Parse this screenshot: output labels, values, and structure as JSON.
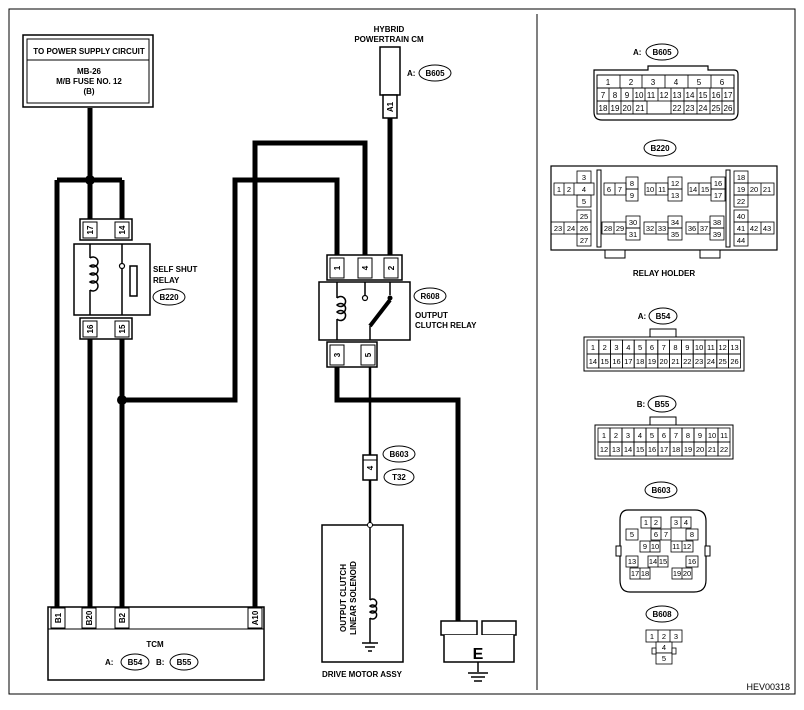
{
  "power_box": {
    "line1": "TO POWER SUPPLY CIRCUIT",
    "line2": "MB-26",
    "line3": "M/B FUSE NO. 12",
    "line4": "(B)"
  },
  "hybrid_cm": {
    "line1": "HYBRID",
    "line2": "POWERTRAIN CM",
    "conn_prefix": "A:",
    "conn_id": "B605",
    "pin": "A1"
  },
  "self_shut_relay": {
    "line1": "SELF SHUT",
    "line2": "RELAY",
    "conn_id": "B220",
    "pins_top": [
      "17",
      "14"
    ],
    "pins_bottom": [
      "16",
      "15"
    ]
  },
  "output_clutch_relay": {
    "conn_id": "R608",
    "line1": "OUTPUT",
    "line2": "CLUTCH RELAY",
    "pins_top": [
      "1",
      "4",
      "2"
    ],
    "pins_bottom": [
      "3",
      "5"
    ]
  },
  "solenoid_conn": {
    "conn1": "B603",
    "conn2": "T32",
    "pin": "4"
  },
  "solenoid": {
    "label1": "OUTPUT CLUTCH",
    "label2": "LINEAR SOLENOID",
    "caption": "DRIVE MOTOR ASSY"
  },
  "tcm": {
    "title": "TCM",
    "pins": [
      "B1",
      "B20",
      "B2",
      "A10"
    ],
    "prefix_a": "A:",
    "conn_a": "B54",
    "prefix_b": "B:",
    "conn_b": "B55"
  },
  "ground": {
    "label": "E"
  },
  "connectors": {
    "b605": {
      "title_prefix": "A:",
      "title": "B605",
      "row1": [
        "1",
        "2",
        "3",
        "4",
        "5",
        "6"
      ],
      "row2": [
        "7",
        "8",
        "9",
        "10",
        "11",
        "12",
        "13",
        "14",
        "15",
        "16",
        "17"
      ],
      "row3": [
        "18",
        "19",
        "20",
        "21",
        "22",
        "23",
        "24",
        "25",
        "26"
      ]
    },
    "b220": {
      "title": "B220",
      "caption": "RELAY HOLDER",
      "pins": [
        "1",
        "2",
        "3",
        "4",
        "5",
        "6",
        "7",
        "8",
        "9",
        "10",
        "11",
        "12",
        "13",
        "14",
        "15",
        "16",
        "17",
        "18",
        "19",
        "20",
        "21",
        "22",
        "23",
        "24",
        "25",
        "26",
        "27",
        "28",
        "29",
        "30",
        "31",
        "32",
        "33",
        "34",
        "35",
        "36",
        "37",
        "38",
        "39",
        "40",
        "41",
        "42",
        "43",
        "44"
      ]
    },
    "b54": {
      "title_prefix": "A:",
      "title": "B54",
      "row1": [
        "1",
        "2",
        "3",
        "4",
        "5",
        "6",
        "7",
        "8",
        "9",
        "10",
        "11",
        "12",
        "13"
      ],
      "row2": [
        "14",
        "15",
        "16",
        "17",
        "18",
        "19",
        "20",
        "21",
        "22",
        "23",
        "24",
        "25",
        "26"
      ]
    },
    "b55": {
      "title_prefix": "B:",
      "title": "B55",
      "row1": [
        "1",
        "2",
        "3",
        "4",
        "5",
        "6",
        "7",
        "8",
        "9",
        "10",
        "11"
      ],
      "row2": [
        "12",
        "13",
        "14",
        "15",
        "16",
        "17",
        "18",
        "19",
        "20",
        "21",
        "22"
      ]
    },
    "b603": {
      "title": "B603",
      "row1": [
        "1",
        "2",
        "3",
        "4"
      ],
      "row2": [
        "5",
        "6",
        "7",
        "8"
      ],
      "row3": [
        "9",
        "10",
        "11",
        "12"
      ],
      "row4": [
        "13",
        "14",
        "15",
        "16"
      ],
      "row5": [
        "17",
        "18",
        "19",
        "20"
      ]
    },
    "b608": {
      "title": "B608",
      "row1": [
        "1",
        "2",
        "3"
      ],
      "row2": [
        "4",
        "5"
      ]
    }
  },
  "diagram_code": "HEV00318"
}
